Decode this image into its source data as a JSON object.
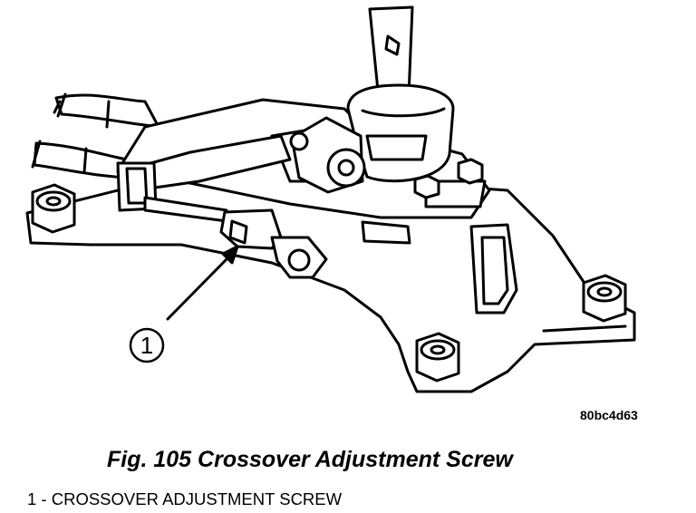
{
  "figure": {
    "caption": "Fig. 105 Crossover Adjustment Screw",
    "image_id": "80bc4d63",
    "callout_number": "1",
    "legend": [
      "1 - CROSSOVER ADJUSTMENT SCREW"
    ]
  }
}
